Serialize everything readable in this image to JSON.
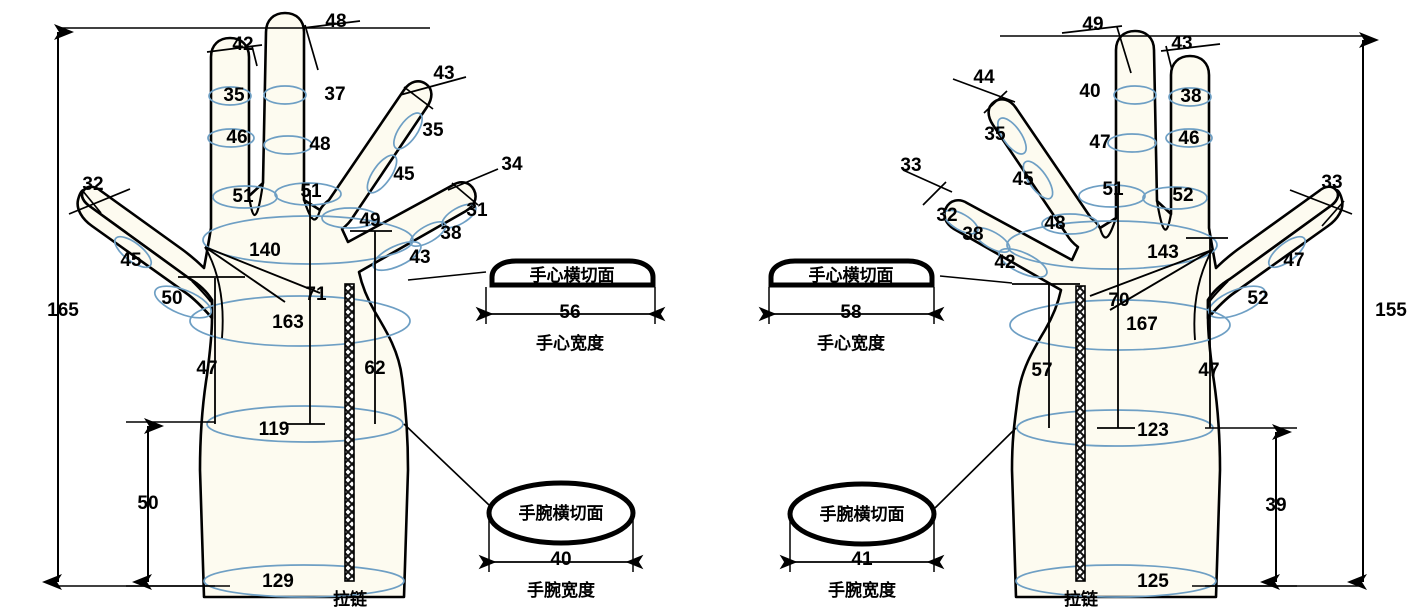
{
  "diagram": {
    "title": "Glove hand measurement technical drawing",
    "units_note": "",
    "colors": {
      "outline": "#000000",
      "fill": "#FDFBF0",
      "contour": "#6E9FC4",
      "text": "#000000",
      "background": "#FFFFFF"
    }
  },
  "left_hand": {
    "name": "left-hand-drawing",
    "overall_height": "165",
    "cuff_height": "50",
    "zipper_label": "拉链",
    "fingers": [
      {
        "name": "thumb",
        "tip_width": "32",
        "segments": [
          "45",
          "50"
        ]
      },
      {
        "name": "index",
        "tip_width": "42",
        "segments": [
          "35",
          "46",
          "51"
        ]
      },
      {
        "name": "middle",
        "tip_width": "48",
        "segments": [
          "37",
          "48",
          "51"
        ]
      },
      {
        "name": "ring",
        "tip_width": "43",
        "segments": [
          "35",
          "45",
          "49",
          "43"
        ]
      },
      {
        "name": "pinky",
        "tip_width": "34",
        "segments": [
          "31",
          "38",
          "43"
        ]
      }
    ],
    "palm": {
      "knuckle_girth": "140",
      "mid_girth": "163",
      "wrist_girth": "119",
      "cuff_girth": "129",
      "length_left": "47",
      "length_right": "62",
      "length_center": "71"
    },
    "cross_sections": [
      {
        "name": "palm-cross-section",
        "title": "手心横切面",
        "value": "56",
        "caption": "手心宽度",
        "shape": "rounded-bar"
      },
      {
        "name": "wrist-cross-section",
        "title": "手腕横切面",
        "value": "40",
        "caption": "手腕宽度",
        "shape": "ellipse"
      }
    ]
  },
  "right_hand": {
    "name": "right-hand-drawing",
    "overall_height": "155",
    "cuff_height": "39",
    "zipper_label": "拉链",
    "fingers": [
      {
        "name": "pinky",
        "tip_width": "33",
        "segments": [
          "32",
          "38",
          "42"
        ]
      },
      {
        "name": "ring",
        "tip_width": "44",
        "segments": [
          "35",
          "45",
          "48"
        ]
      },
      {
        "name": "middle",
        "tip_width": "49",
        "segments": [
          "40",
          "47",
          "51"
        ]
      },
      {
        "name": "index",
        "tip_width": "43",
        "segments": [
          "38",
          "46",
          "52"
        ]
      },
      {
        "name": "thumb",
        "tip_width": "33",
        "segments": [
          "47",
          "52"
        ]
      }
    ],
    "palm": {
      "knuckle_girth": "143",
      "mid_girth": "167",
      "wrist_girth": "123",
      "cuff_girth": "125",
      "length_left": "57",
      "length_right": "47",
      "length_center": "70"
    },
    "cross_sections": [
      {
        "name": "palm-cross-section",
        "title": "手心横切面",
        "value": "58",
        "caption": "手心宽度",
        "shape": "rounded-bar"
      },
      {
        "name": "wrist-cross-section",
        "title": "手腕横切面",
        "value": "41",
        "caption": "手腕宽度",
        "shape": "ellipse"
      }
    ]
  }
}
